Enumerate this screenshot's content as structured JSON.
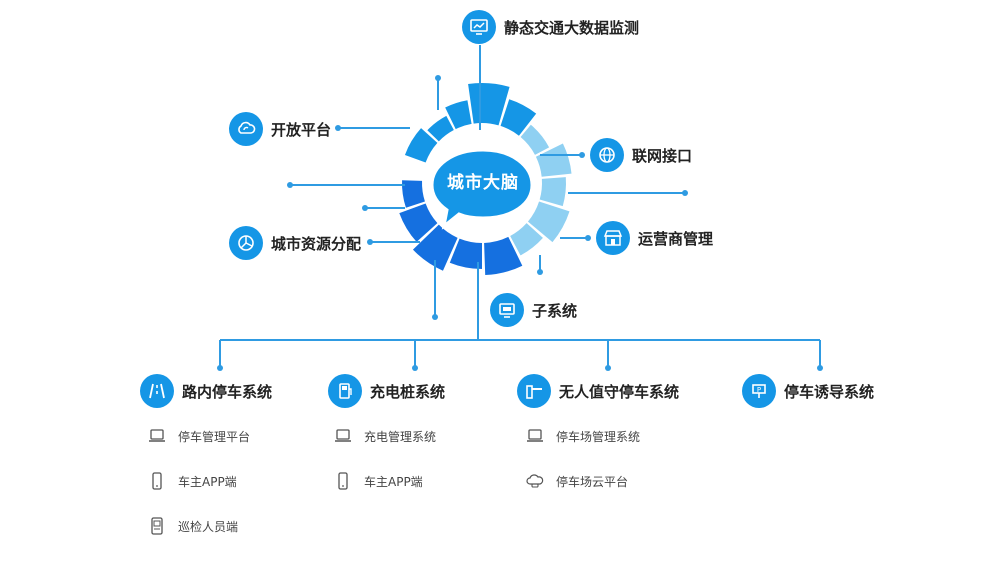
{
  "center": {
    "title": "城市大脑"
  },
  "top_nodes": [
    {
      "label": "静态交通大数据监测",
      "icon": "monitor-chart-icon"
    },
    {
      "label": "开放平台",
      "icon": "cloud-refresh-icon"
    },
    {
      "label": "联网接口",
      "icon": "globe-icon"
    },
    {
      "label": "城市资源分配",
      "icon": "pie-chart-icon"
    },
    {
      "label": "运营商管理",
      "icon": "store-icon"
    },
    {
      "label": "子系统",
      "icon": "screen-icon"
    }
  ],
  "systems": [
    {
      "label": "路内停车系统",
      "icon": "road-icon",
      "items": [
        {
          "label": "停车管理平台",
          "icon": "laptop-icon"
        },
        {
          "label": "车主APP端",
          "icon": "phone-icon"
        },
        {
          "label": "巡检人员端",
          "icon": "handheld-icon"
        }
      ]
    },
    {
      "label": "充电桩系统",
      "icon": "charger-icon",
      "items": [
        {
          "label": "充电管理系统",
          "icon": "laptop-icon"
        },
        {
          "label": "车主APP端",
          "icon": "phone-icon"
        }
      ]
    },
    {
      "label": "无人值守停车系统",
      "icon": "barrier-gate-icon",
      "items": [
        {
          "label": "停车场管理系统",
          "icon": "laptop-icon"
        },
        {
          "label": "停车场云平台",
          "icon": "cloud-car-icon"
        }
      ]
    },
    {
      "label": "停车诱导系统",
      "icon": "guide-sign-icon",
      "items": []
    }
  ],
  "colors": {
    "primary": "#1596e6",
    "dark": "#1570e0",
    "light": "#8fd0f2",
    "line": "#2f9be2"
  }
}
